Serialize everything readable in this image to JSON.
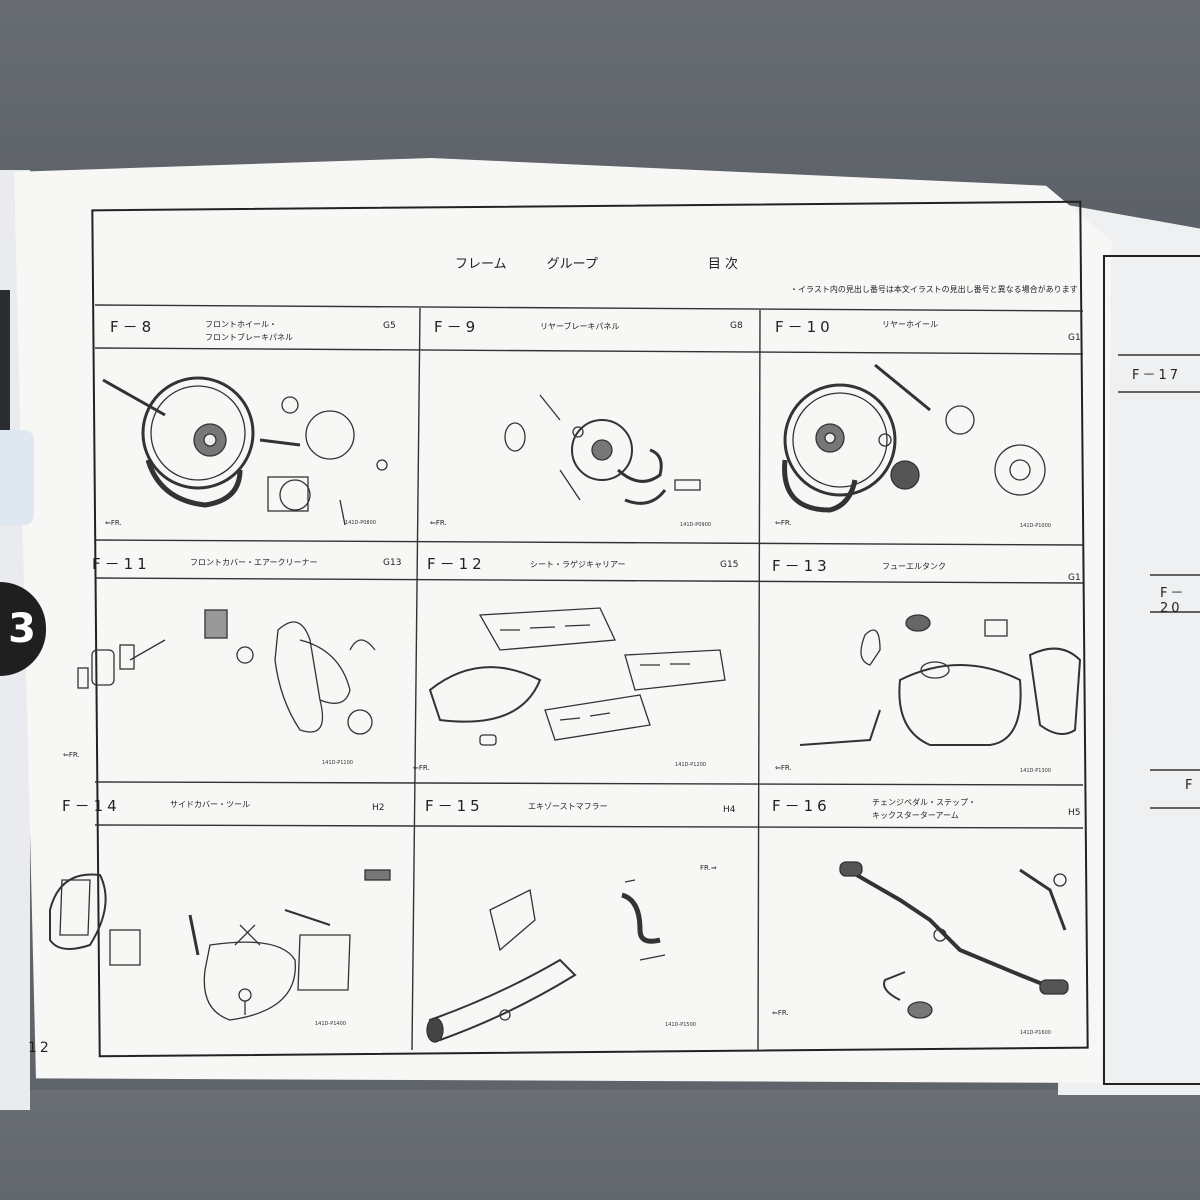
{
  "header": {
    "title_part1": "フレーム",
    "title_part2": "グループ",
    "title_part3": "目 次",
    "note": "・イラスト内の見出し番号は本文イラストの見出し番号と異なる場合があります"
  },
  "side_tab": {
    "label": "3"
  },
  "page_number": "12",
  "cells": [
    {
      "code": "F－8",
      "name_line1": "フロントホイール・",
      "name_line2": "フロントブレーキパネル",
      "page_ref": "G5",
      "drawing_code": "141D-P0800"
    },
    {
      "code": "F－9",
      "name_line1": "リヤーブレーキパネル",
      "name_line2": "",
      "page_ref": "G8",
      "drawing_code": "141D-P0900"
    },
    {
      "code": "F－10",
      "name_line1": "リヤーホイール",
      "name_line2": "",
      "page_ref": "G1",
      "drawing_code": "141D-P1000"
    },
    {
      "code": "F－11",
      "name_line1": "フロントカバー・エアークリーナー",
      "name_line2": "",
      "page_ref": "G13",
      "drawing_code": "141D-P1100"
    },
    {
      "code": "F－12",
      "name_line1": "シート・ラゲジキャリアー",
      "name_line2": "",
      "page_ref": "G15",
      "drawing_code": "141D-P1200"
    },
    {
      "code": "F－13",
      "name_line1": "フューエルタンク",
      "name_line2": "",
      "page_ref": "G1",
      "drawing_code": "141D-P1300"
    },
    {
      "code": "F－14",
      "name_line1": "サイドカバー・ツール",
      "name_line2": "",
      "page_ref": "H2",
      "drawing_code": "141D-P1400"
    },
    {
      "code": "F－15",
      "name_line1": "エキゾーストマフラー",
      "name_line2": "",
      "page_ref": "H4",
      "drawing_code": "141D-P1500"
    },
    {
      "code": "F－16",
      "name_line1": "チェンジペダル・ステップ・",
      "name_line2": "キックスターターアーム",
      "page_ref": "H5",
      "drawing_code": "141D-P1600"
    }
  ],
  "right_page": {
    "codes": [
      "F－17",
      "F－20",
      "F"
    ]
  },
  "colors": {
    "ink": "#222222",
    "paper": "#f7f7f5",
    "background": "#5f636a"
  }
}
